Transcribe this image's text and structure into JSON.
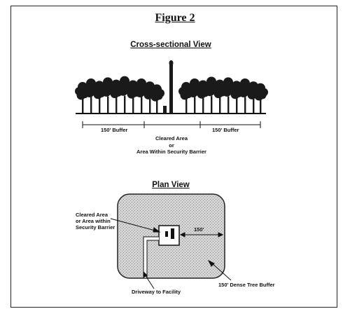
{
  "figure_title": "Figure 2",
  "cross_section": {
    "title": "Cross-sectional View",
    "buffer_left_label": "150' Buffer",
    "buffer_right_label": "150' Buffer",
    "center_label_1": "Cleared Area",
    "center_label_2": "or",
    "center_label_3": "Area Within Security Barrier"
  },
  "plan_view": {
    "title": "Plan View",
    "cleared_label_1": "Cleared Area",
    "cleared_label_2": "or Area within",
    "cleared_label_3": "Security Barrier",
    "distance_label": "150'",
    "buffer_label": "150' Dense Tree Buffer",
    "driveway_label": "Driveway to Facility"
  }
}
